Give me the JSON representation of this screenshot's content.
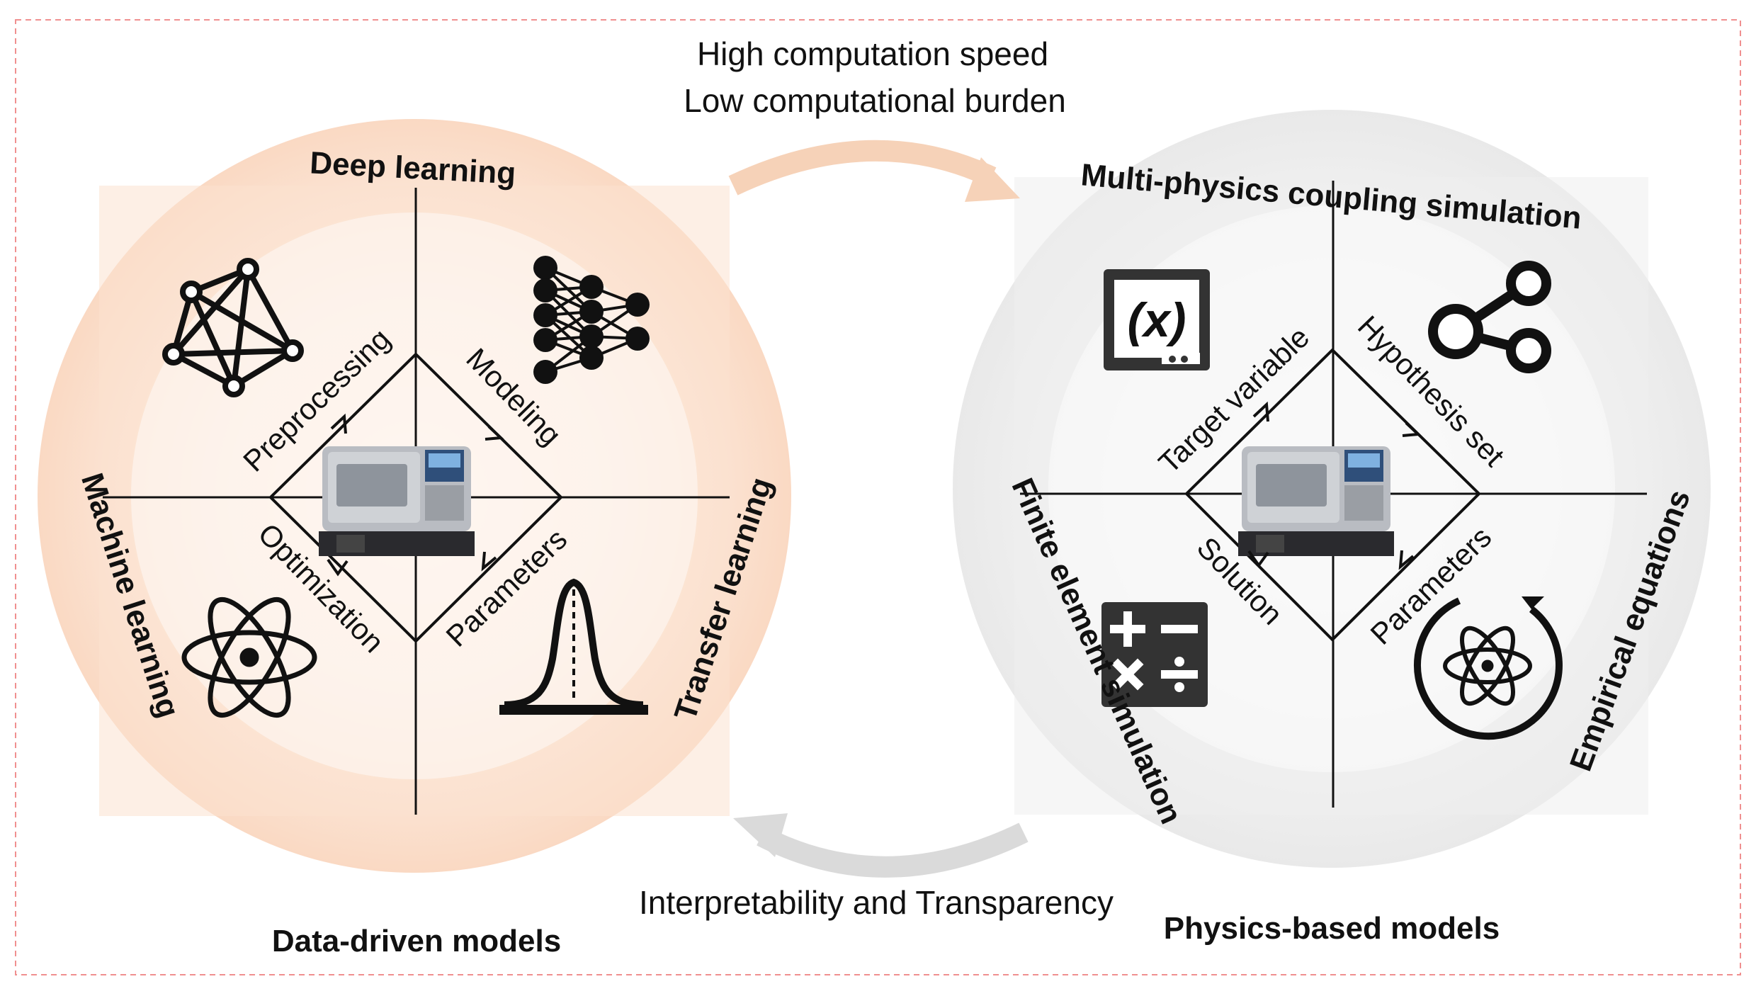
{
  "top_arrow": {
    "line1": "High computation speed",
    "line2": "Low computational burden"
  },
  "bottom_arrow": {
    "label": "Interpretability and Transparency"
  },
  "left": {
    "title": "Data-driven models",
    "quadrants": {
      "top": "Deep learning",
      "left": "Machine learning",
      "right": "Transfer learning"
    },
    "diamond": {
      "top_left": "Preprocessing",
      "top_right": "Modeling",
      "bottom_right": "Parameters",
      "bottom_left": "Optimization"
    }
  },
  "right": {
    "title": "Physics-based models",
    "quadrants": {
      "top": "Multi-physics coupling simulation",
      "left": "Finite element simulation",
      "right": "Empirical equations"
    },
    "diamond": {
      "top_left": "Target variable",
      "top_right": "Hypothesis set",
      "bottom_right": "Parameters",
      "bottom_left": "Solution"
    },
    "equation_icon_text": "(x)"
  },
  "colors": {
    "left_bg": "#fbe3d3",
    "right_bg": "#f0f0f0",
    "border": "#f09090",
    "top_arrow": "#f6d2b8",
    "bottom_arrow": "#d8d8d8"
  }
}
